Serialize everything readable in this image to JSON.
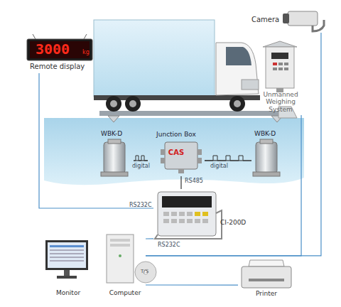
{
  "diagram": {
    "nodes": [
      {
        "text": [
          "3000",
          "kg",
          "Remote display"
        ]
      },
      {
        "text": [
          "Camera"
        ]
      },
      {
        "text": [
          "Unmanned Weighing System"
        ]
      },
      {
        "text": [
          "WBK-D"
        ]
      },
      {
        "text": [
          "Junction Box",
          "CAS"
        ]
      },
      {
        "text": [
          "WBK-D"
        ]
      },
      {
        "text": [
          "CI-200D"
        ]
      },
      {
        "text": [
          "Computer"
        ]
      },
      {
        "text": [
          "Monitor"
        ]
      },
      {
        "text": [
          "Printer"
        ]
      }
    ],
    "edges": [
      {
        "from": 3,
        "to": 4,
        "label": "digital",
        "arrow": "none"
      },
      {
        "from": 5,
        "to": 4,
        "label": "digital",
        "arrow": "none"
      },
      {
        "from": 4,
        "to": 6,
        "label": "RS485",
        "arrow": "none"
      },
      {
        "from": 6,
        "to": 0,
        "label": "RS232C",
        "arrow": "none"
      },
      {
        "from": 6,
        "to": 7,
        "label": "RS232C",
        "arrow": "none"
      },
      {
        "from": 1,
        "to": 7,
        "arrow": "none"
      },
      {
        "from": 2,
        "to": 7,
        "arrow": "none"
      },
      {
        "from": 7,
        "to": 9,
        "arrow": "none"
      }
    ],
    "labels": [
      "T/S"
    ]
  }
}
